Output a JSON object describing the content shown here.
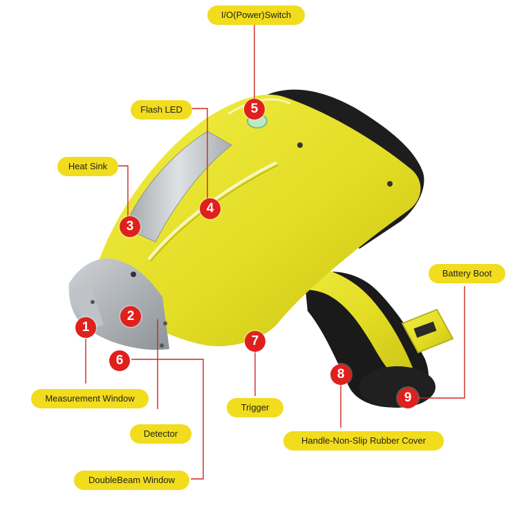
{
  "colors": {
    "label_bg": "#f1dc1e",
    "badge": "#e0201d",
    "leader": "#d0231f",
    "body_yellow": "#e6e12b",
    "grip_dark": "#1b1b1b",
    "metal": "#a9aeb3"
  },
  "labels": {
    "power_switch": "I/O(Power)Switch",
    "flash_led": "Flash LED",
    "heat_sink": "Heat Sink",
    "battery_boot": "Battery Boot",
    "measurement_window": "Measurement Window",
    "trigger": "Trigger",
    "detector": "Detector",
    "handle_cover": "Handle-Non-Slip Rubber Cover",
    "doublebeam_window": "DoubleBeam Window"
  },
  "badges": {
    "b1": "1",
    "b2": "2",
    "b3": "3",
    "b4": "4",
    "b5": "5",
    "b6": "6",
    "b7": "7",
    "b8": "8",
    "b9": "9"
  }
}
